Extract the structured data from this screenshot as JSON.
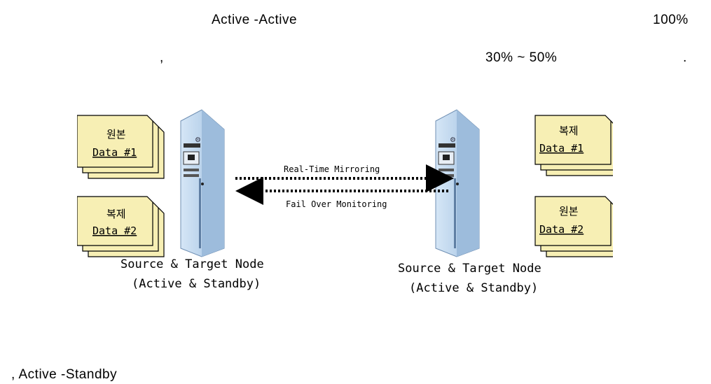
{
  "text": {
    "line1_active": "Active -Active",
    "line1_percent": "100%",
    "line2_comma": ",",
    "line2_range": "30% ~ 50%",
    "line2_period": ".",
    "bottom_line": ", Active -Standby"
  },
  "diagram": {
    "left_node": {
      "doc_top_korean": "원본",
      "doc_top_data": "Data #1",
      "doc_bottom_korean": "복제",
      "doc_bottom_data": "Data #2",
      "caption_line1": "Source & Target Node",
      "caption_line2": "(Active & Standby)"
    },
    "right_node": {
      "doc_top_korean": "복제",
      "doc_top_data": "Data #1",
      "doc_bottom_korean": "원본",
      "doc_bottom_data": "Data #2",
      "caption_line1": "Source & Target Node",
      "caption_line2": "(Active & Standby)"
    },
    "arrow_top_label": "Real-Time Mirroring",
    "arrow_bottom_label": "Fail Over Monitoring",
    "colors": {
      "document_fill": "#f7efb4",
      "server_fill": "#b9d3ec",
      "server_dark": "#7e9fc4",
      "arrow": "#000000"
    }
  }
}
